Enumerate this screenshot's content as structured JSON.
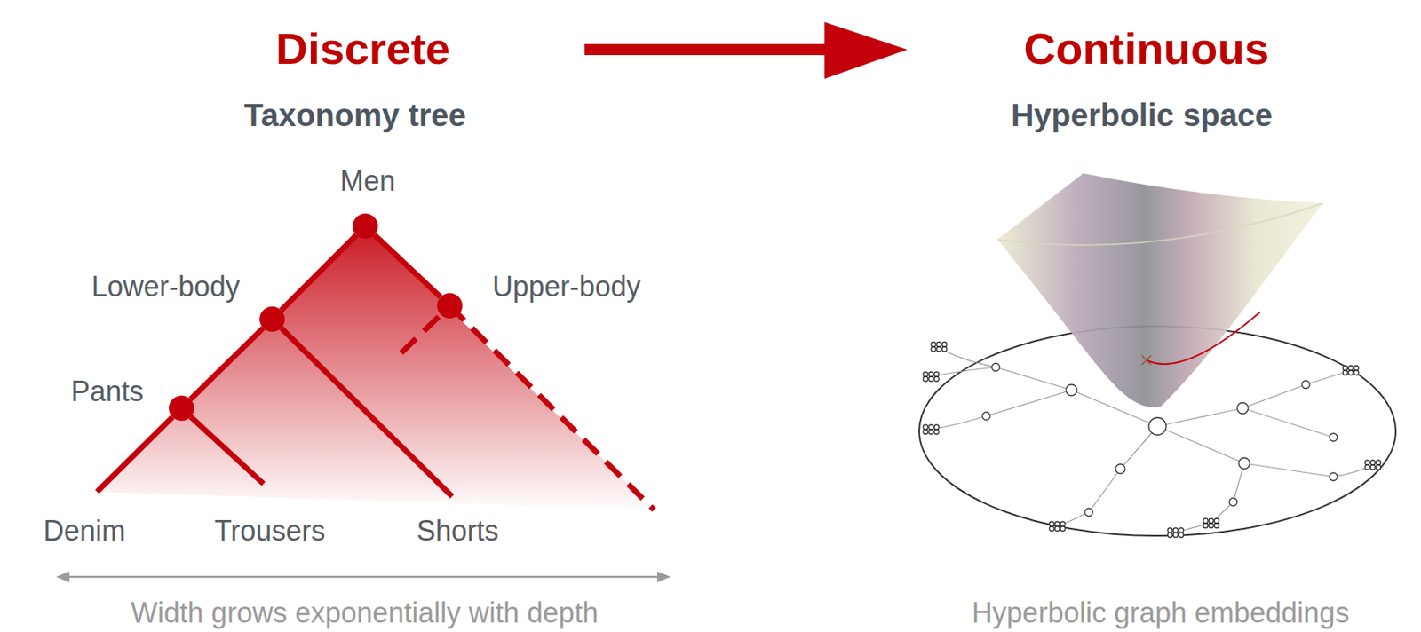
{
  "diagram": {
    "nodes": [
      {
        "text": [
          "Men"
        ]
      },
      {
        "text": [
          "Lower-body"
        ]
      },
      {
        "text": [
          "Upper-body"
        ]
      },
      {
        "text": [
          "Pants"
        ]
      },
      {
        "text": [
          "Denim"
        ]
      },
      {
        "text": [
          "Trousers"
        ]
      },
      {
        "text": [
          "Shorts"
        ]
      }
    ],
    "edges": [
      {
        "from": 0,
        "to": 1,
        "arrow": "none"
      },
      {
        "from": 0,
        "to": 2,
        "arrow": "none"
      },
      {
        "from": 1,
        "to": 3,
        "arrow": "none"
      },
      {
        "from": 1,
        "to": 6,
        "arrow": "none"
      },
      {
        "from": 3,
        "to": 4,
        "arrow": "none"
      },
      {
        "from": 3,
        "to": 5,
        "arrow": "none"
      }
    ],
    "labels": [
      "Discrete",
      "Continuous",
      "Taxonomy tree",
      "Hyperbolic space",
      "Width grows exponentially with depth",
      "Hyperbolic graph embeddings"
    ]
  }
}
